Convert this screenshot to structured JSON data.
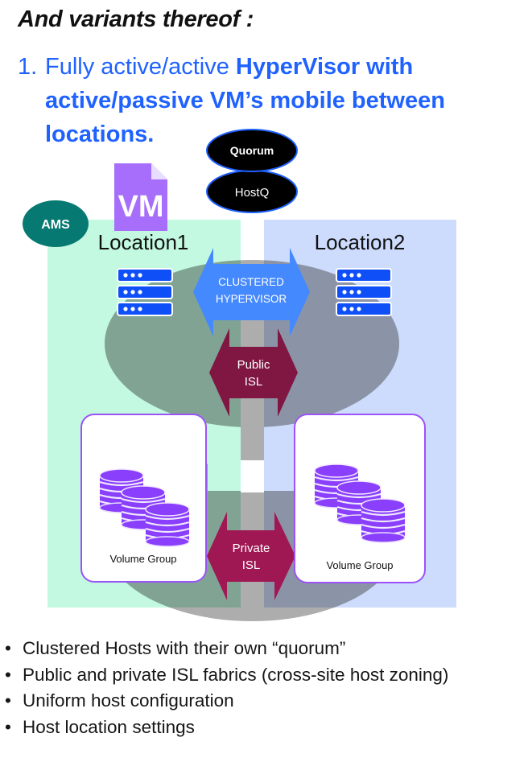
{
  "heading": "And variants thereof :",
  "list_item": {
    "number": "1.",
    "plain_text": "Fully active/active ",
    "bold_text": "HyperVisor with active/passive VM’s mobile between locations."
  },
  "diagram": {
    "quorum_label": "Quorum",
    "hostq_label": "HostQ",
    "ams_label": "AMS",
    "vm_label": "VM",
    "location1_label": "Location1",
    "location2_label": "Location2",
    "clustered_arrow": {
      "line1": "CLUSTERED",
      "line2": "HYPERVISOR"
    },
    "public_isl": {
      "line1": "Public",
      "line2": "ISL"
    },
    "private_isl": {
      "line1": "Private",
      "line2": "ISL"
    },
    "volume_group_left": "Volume Group",
    "volume_group_right": "Volume Group",
    "colors": {
      "location1_bg": "#c3f9e1",
      "location2_bg": "#cddcfd",
      "cluster_ellipse": "#8a8a8a",
      "ams": "#067a72",
      "vm_doc": "#a66efa",
      "clustered_arrow": "#4589ff",
      "isl_arrow": "#8a1642",
      "server": "#0f4ff8",
      "volume_border": "#9b52f8",
      "disk": "#8a3ffc"
    }
  },
  "bullets": [
    "Clustered Hosts with their own “quorum”",
    "Public and private ISL fabrics (cross-site host zoning)",
    "Uniform host configuration",
    "Host location settings"
  ],
  "bullet_glyph": "•"
}
